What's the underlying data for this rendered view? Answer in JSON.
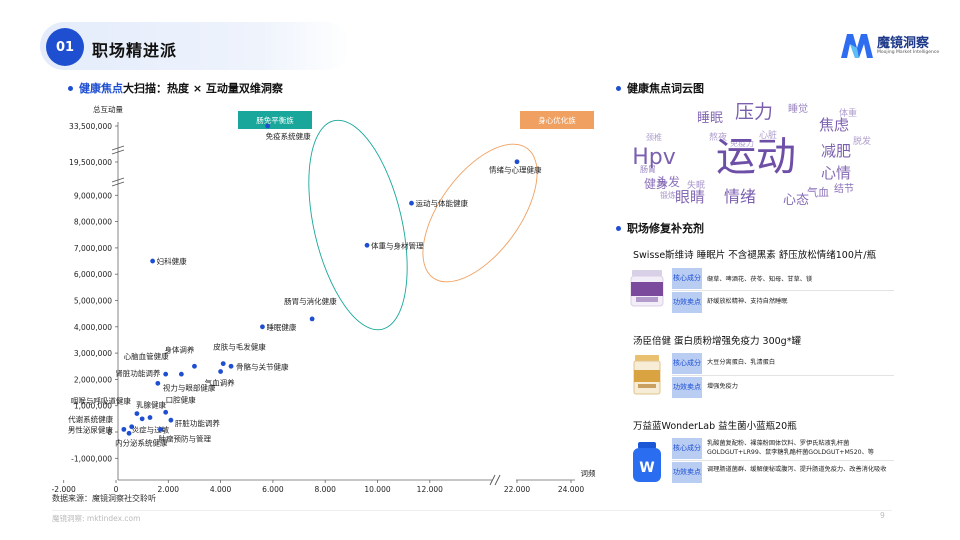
{
  "header": {
    "num": "01",
    "title": "职场精进派"
  },
  "logo": {
    "cn": "魔镜洞察",
    "en": "Moojing Market Intelligence"
  },
  "left_section": {
    "title_hl": "健康焦点",
    "title_rest": "大扫描：热度 × 互动量双维洞察"
  },
  "source": "数据来源：魔镜洞察社交聆听",
  "footer": "魔镜洞察: mktindex.com",
  "page_number": "9",
  "chart_data": {
    "type": "scatter",
    "xlabel": "词频",
    "ylabel": "总互动量",
    "x_ticks": [
      -2000,
      0,
      2000,
      4000,
      6000,
      8000,
      10000,
      12000,
      22000,
      24000
    ],
    "x_tick_labels": [
      "-2,000",
      "0",
      "2,000",
      "4,000",
      "6,000",
      "8,000",
      "10,000",
      "12,000",
      "22,000",
      "24,000"
    ],
    "y_ticks": [
      -1000000,
      0,
      1000000,
      2000000,
      3000000,
      4000000,
      5000000,
      6000000,
      7000000,
      8000000,
      9000000,
      19500000,
      33500000
    ],
    "y_tick_labels": [
      "-1,000,000",
      "0",
      "1,000,000",
      "2,000,000",
      "3,000,000",
      "4,000,000",
      "5,000,000",
      "6,000,000",
      "7,000,000",
      "8,000,000",
      "9,000,000",
      "19,500,000",
      "33,500,000"
    ],
    "axis_breaks": {
      "x": "12,000–22,000",
      "y": "9,000,000–33,500,000"
    },
    "groups": [
      "肠免平衡族",
      "身心优化族"
    ],
    "points": [
      {
        "label": "免疫系统健康",
        "x": 5800,
        "y": 33500000
      },
      {
        "label": "情绪与心理健康",
        "x": 22000,
        "y": 19600000
      },
      {
        "label": "运动与体能健康",
        "x": 11300,
        "y": 8700000
      },
      {
        "label": "体重与身材管理",
        "x": 9600,
        "y": 7100000
      },
      {
        "label": "妇科健康",
        "x": 1400,
        "y": 6500000
      },
      {
        "label": "肠胃与消化健康",
        "x": 7500,
        "y": 4300000
      },
      {
        "label": "睡眠健康",
        "x": 5600,
        "y": 4000000
      },
      {
        "label": "身体调养",
        "x": 3000,
        "y": 2500000
      },
      {
        "label": "心脑血管健康",
        "x": 1900,
        "y": 2200000
      },
      {
        "label": "皮肤与毛发健康",
        "x": 4100,
        "y": 2600000
      },
      {
        "label": "骨骼与关节健康",
        "x": 4400,
        "y": 2500000
      },
      {
        "label": "气血调养",
        "x": 4000,
        "y": 2300000
      },
      {
        "label": "肾脏功能调养",
        "x": 2500,
        "y": 2200000
      },
      {
        "label": "视力与眼部健康",
        "x": 1600,
        "y": 1850000
      },
      {
        "label": "咽喉与呼吸道健康",
        "x": 800,
        "y": 700000
      },
      {
        "label": "乳腺健康",
        "x": 1300,
        "y": 550000
      },
      {
        "label": "口腔健康",
        "x": 1900,
        "y": 750000
      },
      {
        "label": "代谢系统健康",
        "x": 1000,
        "y": 500000
      },
      {
        "label": "肝脏功能调养",
        "x": 2100,
        "y": 450000
      },
      {
        "label": "炎症与过敏",
        "x": 600,
        "y": 200000
      },
      {
        "label": "肿瘤预防与管理",
        "x": 1700,
        "y": 100000
      },
      {
        "label": "男性泌尿健康",
        "x": 300,
        "y": 100000
      },
      {
        "label": "内分泌系统健康",
        "x": 500,
        "y": -50000
      }
    ]
  },
  "wordcloud": {
    "title": "健康焦点词云图",
    "words": [
      "运动",
      "Hpv",
      "压力",
      "焦虑",
      "睡眠",
      "减肥",
      "心情",
      "情绪",
      "眼睛",
      "心态",
      "健身",
      "头发",
      "气血",
      "结节",
      "睡觉",
      "肠胃",
      "锻炼",
      "失眠",
      "免疫力",
      "颈椎",
      "熬夜",
      "体重",
      "脱发",
      "心脏"
    ]
  },
  "products_section": {
    "title": "职场修复补充剂"
  },
  "products": [
    {
      "name": "Swisse斯维诗 睡眠片 不含褪黑素 舒压放松情绪100片/瓶",
      "core_label": "核心成分",
      "core": "缬草、啤酒花、茯苓、知母、甘草、镁",
      "func_label": "功效卖点",
      "func": "舒缓放松精神、支持自然睡眠"
    },
    {
      "name": "汤臣倍健 蛋白质粉增强免疫力 300g*罐",
      "core_label": "核心成分",
      "core": "大豆分离蛋白、乳清蛋白",
      "func_label": "功效卖点",
      "func": "增强免疫力"
    },
    {
      "name": "万益蓝WonderLab 益生菌小蓝瓶20瓶",
      "core_label": "核心成分",
      "core": "乳酸菌复配粉、裸藻粉固体饮料、罗伊氏粘液乳杆菌GOLDGUT+LR99、鼠李糖乳酪杆菌GOLDGUT+M520、等",
      "func_label": "功效卖点",
      "func": "调理肠道菌群、缓解便秘或腹泻、提升肠道免疫力、改善消化吸收"
    }
  ],
  "colors": {
    "accent": "#1f4fd1",
    "teal": "#18a79a",
    "orange": "#f0a060",
    "cloud": "#6e4fa7"
  }
}
